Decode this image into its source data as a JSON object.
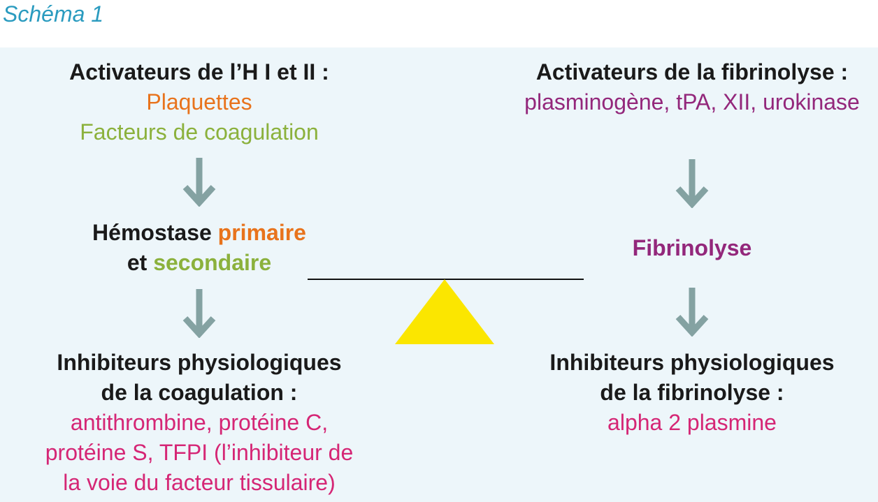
{
  "title": "Schéma 1",
  "colors": {
    "title": "#2a9bbf",
    "background": "#edf6fa",
    "arrow": "#84a2a2",
    "orange": "#e8731c",
    "green": "#8bb13c",
    "purple": "#93277b",
    "pink": "#d52675",
    "fulcrum": "#fbe600"
  },
  "left": {
    "activators_heading": "Activateurs de l’H I et II :",
    "activators": [
      "Plaquettes",
      "Facteurs de coagulation"
    ],
    "process_part1": "Hémostase ",
    "process_primary": "primaire",
    "process_part2": "et ",
    "process_secondary": "secondaire",
    "inhibitors_heading_line1": "Inhibiteurs physiologiques",
    "inhibitors_heading_line2": "de la coagulation :",
    "inhibitors": [
      "antithrombine, protéine C,",
      "protéine S, TFPI (l’inhibiteur de",
      "la voie du facteur tissulaire)"
    ]
  },
  "right": {
    "activators_heading": "Activateurs de la fibrinolyse :",
    "activators": [
      "plasminogène, tPA, XII, urokinase"
    ],
    "process": "Fibrinolyse",
    "inhibitors_heading_line1": "Inhibiteurs physiologiques",
    "inhibitors_heading_line2": "de la fibrinolyse :",
    "inhibitors": [
      "alpha 2 plasmine"
    ]
  }
}
